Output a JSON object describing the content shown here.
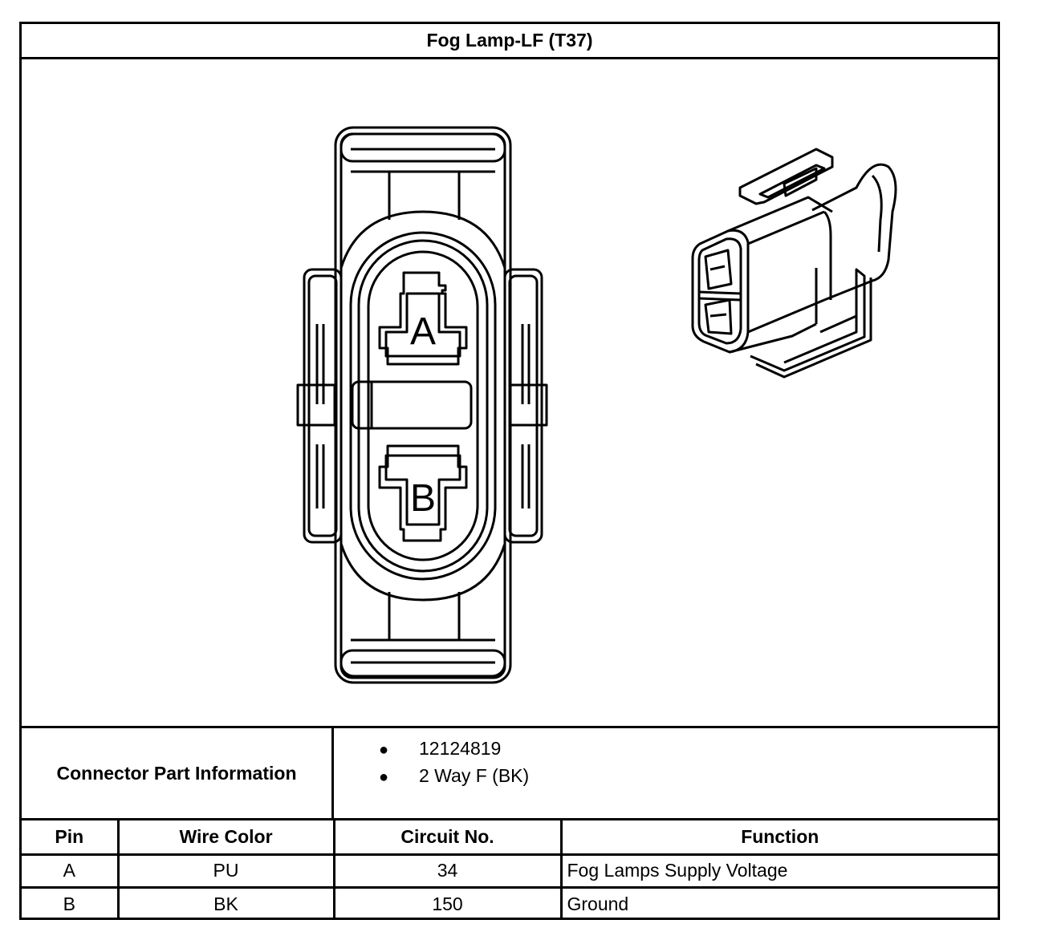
{
  "title": "Fog Lamp-LF (T37)",
  "connector_face": {
    "cavity_a_label": "A",
    "cavity_b_label": "B"
  },
  "part_info": {
    "label": "Connector Part Information",
    "items": [
      "12124819",
      "2 Way F (BK)"
    ]
  },
  "pin_table": {
    "headers": [
      "Pin",
      "Wire Color",
      "Circuit No.",
      "Function"
    ],
    "rows": [
      {
        "pin": "A",
        "wire_color": "PU",
        "circuit": "34",
        "function": "Fog Lamps Supply Voltage"
      },
      {
        "pin": "B",
        "wire_color": "BK",
        "circuit": "150",
        "function": "Ground"
      }
    ]
  }
}
